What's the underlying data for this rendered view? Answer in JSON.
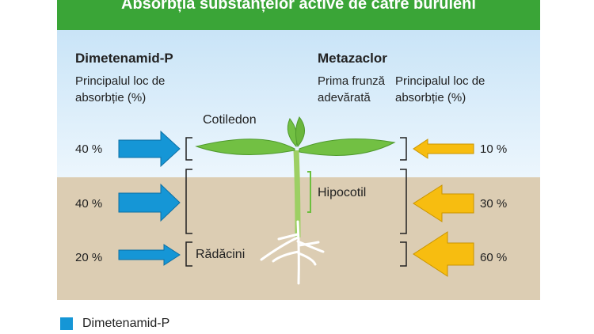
{
  "title": "Absorbția substanțelor active de către buruieni",
  "left": {
    "name": "Dimetenamid-P",
    "subtitle": "Principalul loc de absorbție (%)",
    "values": [
      "40 %",
      "40 %",
      "20 %"
    ]
  },
  "right": {
    "name": "Metazaclor",
    "leaf_label": "Prima frunză adevărată",
    "subtitle": "Principalul loc de absorbție (%)",
    "values": [
      "10 %",
      "30 %",
      "60 %"
    ]
  },
  "labels": {
    "cotiledon": "Cotiledon",
    "hipocotil": "Hipocotil",
    "radacini": "Rădăcini"
  },
  "legend": {
    "label": "Dimetenamid-P"
  },
  "colors": {
    "blue": "#1596d6",
    "yellow": "#f7bd10",
    "green": "#3aa537",
    "plant": "#6cbf3e"
  }
}
